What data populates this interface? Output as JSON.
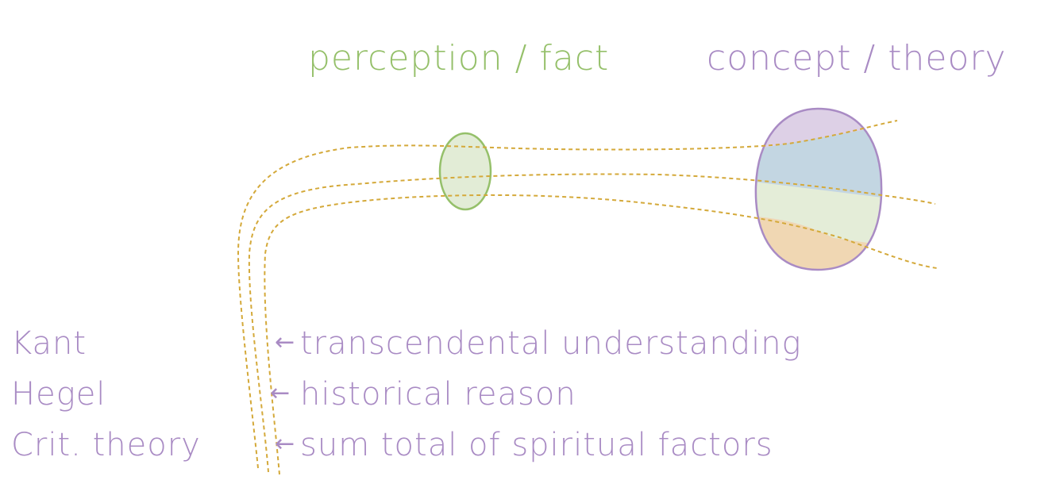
{
  "colors": {
    "purple_ink": "#a98bc4",
    "green_ink": "#95c06a",
    "gold_dash": "#d4a93a",
    "green_fill": "#e2ecd6",
    "purple_fill": "#ddd0e6",
    "blue_fill": "#c3d6e2",
    "light_green_fill": "#e4edd8",
    "orange_fill": "#f0d7b3"
  },
  "headings": {
    "perception": "perception / fact",
    "concept": "concept / theory"
  },
  "rows": [
    {
      "philosopher": "Kant",
      "arrow": "←",
      "description": "transcendental understanding"
    },
    {
      "philosopher": "Hegel",
      "arrow": "←",
      "description": "historical reason"
    },
    {
      "philosopher": "Crit. theory",
      "arrow": "←",
      "description": "sum total of spiritual factors"
    }
  ],
  "icons": {
    "perception_blob": "green-oval",
    "theory_blob": "segmented-sphere",
    "row_arrow": "left-arrow"
  }
}
